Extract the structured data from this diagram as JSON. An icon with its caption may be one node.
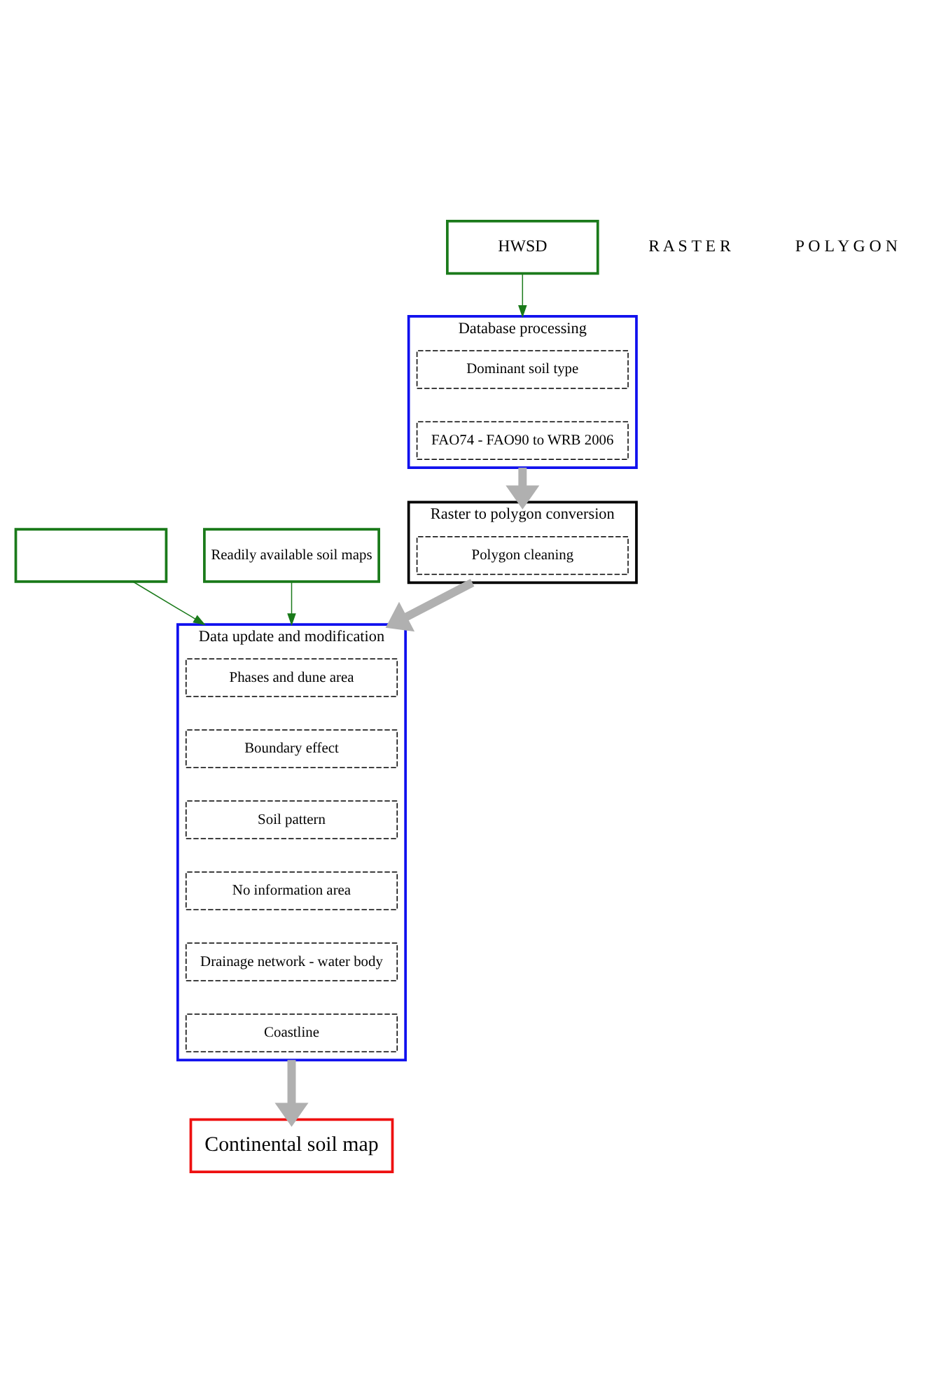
{
  "diagram": {
    "nodes": [
      {
        "text": [
          "Database processing"
        ]
      },
      {
        "text": [
          "Dominant soil type"
        ],
        "in": 0
      },
      {
        "text": [
          "FAO74 - FAO90 to WRB 2006"
        ],
        "in": 0
      },
      {
        "text": [
          "HWSD"
        ]
      },
      {
        "text": [
          "Raster to polygon conversion"
        ]
      },
      {
        "text": [
          "Polygon cleaning"
        ],
        "in": 4
      },
      {
        "text": [
          "Data update and modification"
        ]
      },
      {
        "text": [
          "Phases and dune area"
        ],
        "in": 6
      },
      {
        "text": [
          "Boundary effect"
        ],
        "in": 6
      },
      {
        "text": [
          "Soil pattern"
        ],
        "in": 6
      },
      {
        "text": [
          "No information area"
        ],
        "in": 6
      },
      {
        "text": [
          "Drainage network - water body"
        ],
        "in": 6
      },
      {
        "text": [
          "Coastline"
        ],
        "in": 6
      },
      {
        "text": [],
        "shape": "box"
      },
      {
        "text": [
          "Readily available soil maps"
        ]
      },
      {
        "text": [
          "Continental soil map"
        ]
      }
    ],
    "edges": [
      {
        "from": 3,
        "to": 0,
        "arrow": "to",
        "color": "#1a7a1a"
      },
      {
        "from": 0,
        "to": 4,
        "arrow": "to",
        "style": "thick",
        "color": "#b0b0b0"
      },
      {
        "from": 4,
        "to": 6,
        "arrow": "to",
        "style": "thick",
        "color": "#b0b0b0"
      },
      {
        "from": 13,
        "to": 6,
        "arrow": "to",
        "color": "#1a7a1a"
      },
      {
        "from": 14,
        "to": 6,
        "arrow": "to",
        "color": "#1a7a1a"
      },
      {
        "from": 6,
        "to": 15,
        "arrow": "to",
        "style": "thick",
        "color": "#b0b0b0"
      }
    ],
    "labels": [
      "R A S T E R",
      "P O L Y G O N"
    ]
  }
}
